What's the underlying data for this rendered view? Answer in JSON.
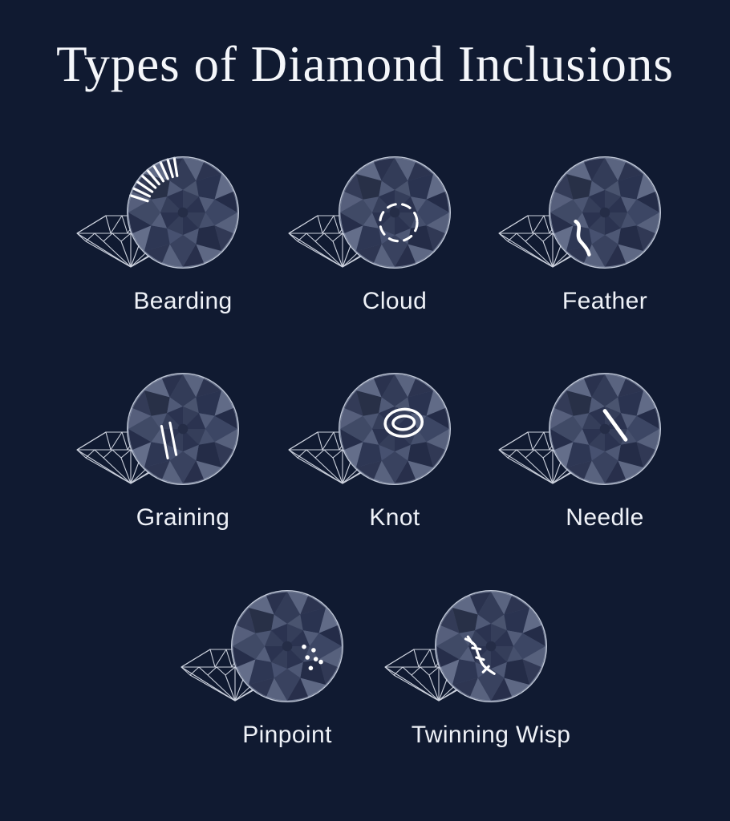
{
  "title": {
    "text": "Types of Diamond Inclusions"
  },
  "items": [
    {
      "label": "Bearding"
    },
    {
      "label": "Cloud"
    },
    {
      "label": "Feather"
    },
    {
      "label": "Graining"
    },
    {
      "label": "Knot"
    },
    {
      "label": "Needle"
    },
    {
      "label": "Pinpoint"
    },
    {
      "label": "Twinning Wisp"
    }
  ],
  "icons": {
    "side_diamond": "diamond-side-view-outline-icon",
    "magnified_gem": "magnified-diamond-top-view-icon",
    "marks": [
      "bearding-hatch-marks",
      "cloud-dashed-circle",
      "feather-s-curve",
      "graining-parallel-lines",
      "knot-concentric-ovals",
      "needle-straight-line",
      "pinpoint-dot-cluster",
      "twinning-wisp-stitched-curve"
    ]
  },
  "colors": {
    "background": "#101a31",
    "title_text": "#f4f6fa",
    "label_text": "#eef1f7",
    "line_art": "#e6ebf5",
    "gem_base": "#4e5873",
    "lens_ring": "#c9d1e0",
    "inclusion_mark": "#ffffff"
  }
}
